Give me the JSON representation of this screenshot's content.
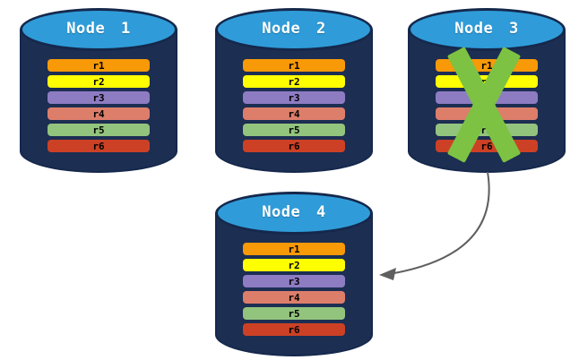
{
  "nodes": [
    {
      "title": "Node 1",
      "rows": [
        "r1",
        "r2",
        "r3",
        "r4",
        "r5",
        "r6"
      ],
      "failed": false
    },
    {
      "title": "Node 2",
      "rows": [
        "r1",
        "r2",
        "r3",
        "r4",
        "r5",
        "r6"
      ],
      "failed": false
    },
    {
      "title": "Node 3",
      "rows": [
        "r1",
        "r2",
        "r3",
        "r4",
        "r5",
        "r6"
      ],
      "failed": true
    },
    {
      "title": "Node 4",
      "rows": [
        "r1",
        "r2",
        "r3",
        "r4",
        "r5",
        "r6"
      ],
      "failed": false
    }
  ],
  "colors": {
    "cylinder_top": "#2F9CD9",
    "cylinder_body": "#1C2E52",
    "cylinder_outline": "#15284C",
    "rows": {
      "r1": "#F89908",
      "r2": "#FFFF00",
      "r3": "#8E7CC3",
      "r4": "#DD7E6B",
      "r5": "#93C47D",
      "r6": "#CC4125"
    },
    "failure_x": "#7DC242",
    "arrow": "#5F5F5F"
  },
  "relations": {
    "failed_node": "Node 3",
    "arrow_from": "Node 3",
    "arrow_to": "Node 4"
  }
}
